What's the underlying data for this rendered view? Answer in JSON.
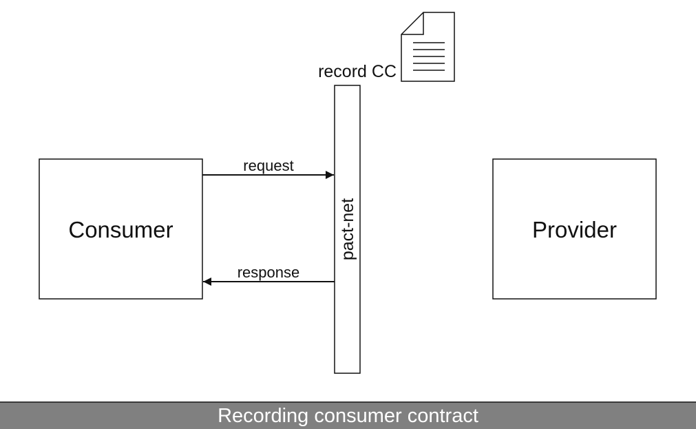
{
  "diagram": {
    "consumer_label": "Consumer",
    "provider_label": "Provider",
    "proxy_label": "pact-net",
    "record_label": "record CC",
    "request_label": "request",
    "response_label": "response",
    "document_icon": "document-icon"
  },
  "caption": {
    "text": "Recording consumer contract"
  },
  "colors": {
    "stroke": "#111111",
    "caption_background": "#808080",
    "caption_text": "#ffffff"
  }
}
